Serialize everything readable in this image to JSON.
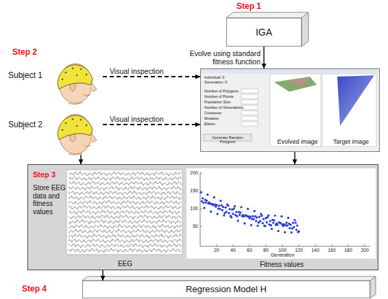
{
  "diagram": {
    "nodes": [
      {
        "text": [
          "IGA"
        ]
      },
      {
        "text": [
          "Subject 1"
        ]
      },
      {
        "text": [
          "Evolved image",
          "Target image"
        ]
      },
      {
        "text": [
          "Subject 2"
        ]
      },
      {
        "text": [
          "Step 3",
          "Store EEG data and fitness values"
        ]
      },
      {
        "text": [
          "EEG"
        ],
        "in": 4
      },
      {
        "text": [
          "Fitness values"
        ],
        "in": 4
      },
      {
        "text": [
          "Regression Model H"
        ]
      }
    ],
    "edges": [
      {
        "from": 0,
        "to": 2,
        "arrow": "to",
        "label": "Evolve using standard fitness function"
      },
      {
        "from": 1,
        "to": 2,
        "arrow": "to",
        "label": "Visual inspection"
      },
      {
        "from": 3,
        "to": 2,
        "arrow": "to",
        "label": "Visual inspection"
      },
      {
        "from": 3,
        "to": 4,
        "arrow": "to"
      },
      {
        "from": 2,
        "to": 4,
        "arrow": "to"
      },
      {
        "from": 4,
        "to": 7,
        "arrow": "to"
      }
    ],
    "labels": [
      "Step 1",
      "Step 2",
      "Step 4",
      "Individual: 0",
      "Generation: 0",
      "Number of Polygons",
      "Number of Points",
      "Population Size",
      "Number of Generations",
      "Crossover",
      "Mutation",
      "Elitism",
      "Generate Random Polygons",
      "200",
      "150",
      "100",
      "50",
      "20",
      "40",
      "60",
      "80",
      "100",
      "120",
      "140",
      "160",
      "180",
      "200",
      "Generation"
    ]
  }
}
